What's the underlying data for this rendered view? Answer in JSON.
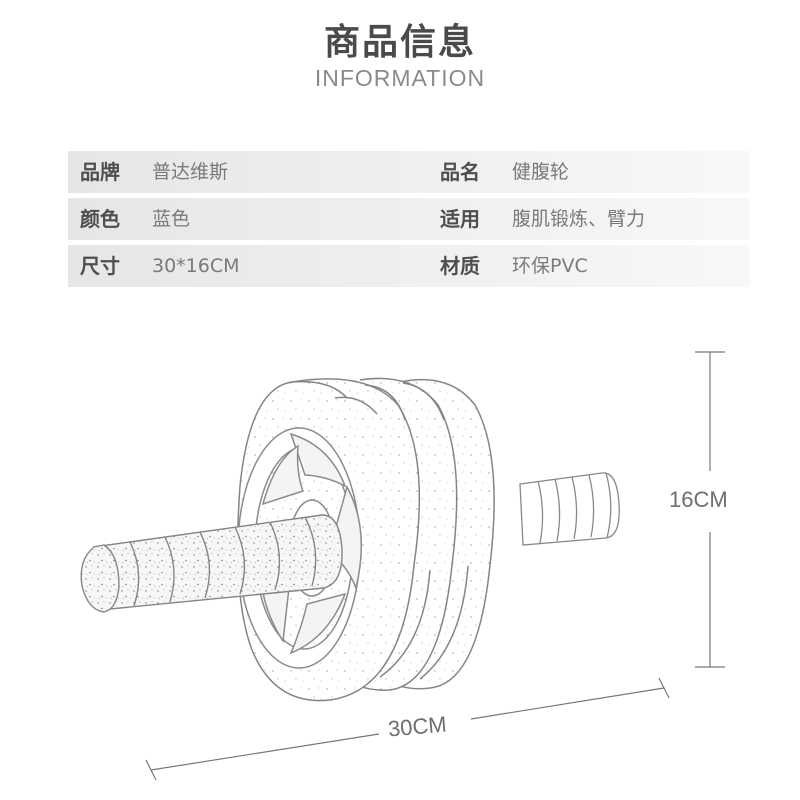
{
  "header": {
    "title": "商品信息",
    "subtitle": "INFORMATION"
  },
  "info_rows": [
    {
      "left": {
        "label": "品牌",
        "value": "普达维斯"
      },
      "right": {
        "label": "品名",
        "value": "健腹轮"
      }
    },
    {
      "left": {
        "label": "颜色",
        "value": "蓝色"
      },
      "right": {
        "label": "适用",
        "value": "腹肌锻炼、臂力"
      }
    },
    {
      "left": {
        "label": "尺寸",
        "value": "30*16CM"
      },
      "right": {
        "label": "材质",
        "value": "环保PVC"
      }
    }
  ],
  "dimensions": {
    "height": "16CM",
    "width": "30CM"
  },
  "colors": {
    "heading": "#4a4a4a",
    "text": "#7a7a7a",
    "row_background": "#eeeeee",
    "line_art": "#888888"
  }
}
